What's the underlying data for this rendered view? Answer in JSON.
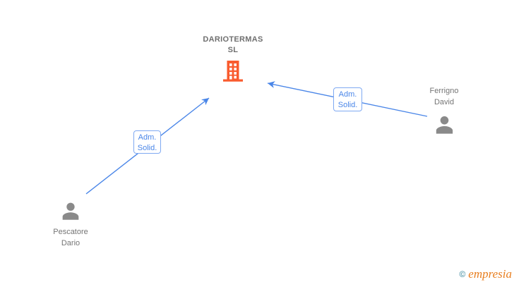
{
  "diagram": {
    "company": {
      "name_line1": "DARIOTERMAS",
      "name_line2": "SL",
      "icon": "building-icon",
      "icon_color": "#f95b2e"
    },
    "persons": [
      {
        "name_line1": "Pescatore",
        "name_line2": "Dario",
        "icon": "person-icon",
        "icon_color": "#8a8a8a"
      },
      {
        "name_line1": "Ferrigno",
        "name_line2": "David",
        "icon": "person-icon",
        "icon_color": "#8a8a8a"
      }
    ],
    "relationships": [
      {
        "label_line1": "Adm.",
        "label_line2": "Solid.",
        "from": "Pescatore Dario",
        "to": "DARIOTERMAS SL"
      },
      {
        "label_line1": "Adm.",
        "label_line2": "Solid.",
        "from": "Ferrigno David",
        "to": "DARIOTERMAS SL"
      }
    ]
  },
  "watermark": {
    "copyright_symbol": "©",
    "brand": "empresia"
  },
  "colors": {
    "edge_blue": "#4a86e8",
    "edge_label_border": "#7fa9f2",
    "building_orange": "#f95b2e",
    "person_gray": "#8a8a8a",
    "label_text_gray": "#757575",
    "company_title_gray": "#6f6f6f",
    "logo_teal": "#2a7f96",
    "logo_orange": "#e87e1f",
    "background": "#ffffff"
  }
}
